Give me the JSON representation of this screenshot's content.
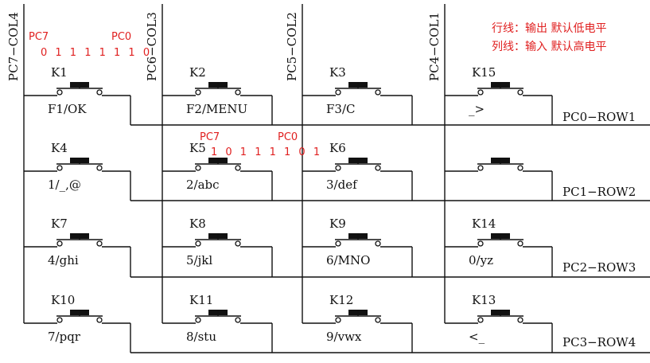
{
  "columns": [
    {
      "label": "PC7−COL4"
    },
    {
      "label": "PC6−COL3"
    },
    {
      "label": "PC5−COL2"
    },
    {
      "label": "PC4−COL1"
    }
  ],
  "rows": [
    {
      "label": "PC0−ROW1"
    },
    {
      "label": "PC1−ROW2"
    },
    {
      "label": "PC2−ROW3"
    },
    {
      "label": "PC3−ROW4"
    }
  ],
  "keys": [
    [
      {
        "name": "K1",
        "label": "F1/OK"
      },
      {
        "name": "K2",
        "label": "F2/MENU"
      },
      {
        "name": "K3",
        "label": "F3/C"
      },
      {
        "name": "K15",
        "label": "_>"
      }
    ],
    [
      {
        "name": "K4",
        "label": "1/_,@"
      },
      {
        "name": "K5",
        "label": "2/abc"
      },
      {
        "name": "K6",
        "label": "3/def"
      },
      {
        "name": "",
        "label": ""
      }
    ],
    [
      {
        "name": "K7",
        "label": "4/ghi"
      },
      {
        "name": "K8",
        "label": "5/jkl"
      },
      {
        "name": "K9",
        "label": "6/MNO"
      },
      {
        "name": "K14",
        "label": "0/yz"
      }
    ],
    [
      {
        "name": "K10",
        "label": "7/pqr"
      },
      {
        "name": "K11",
        "label": "8/stu"
      },
      {
        "name": "K12",
        "label": "9/vwx"
      },
      {
        "name": "K13",
        "label": "<_"
      }
    ]
  ],
  "annotations": {
    "top_left": {
      "pc7": "PC7",
      "pc0": "PC0",
      "bits": "0 1 1 1 1 1 1 0"
    },
    "middle": {
      "pc7": "PC7",
      "pc0": "PC0",
      "bits": "1 0 1 1 1 1 0 1"
    },
    "legend_row": "行线：输出  默认低电平",
    "legend_col": "列线：输入  默认高电平"
  },
  "colors": {
    "line": "#111111",
    "annotation": "#e02020"
  }
}
